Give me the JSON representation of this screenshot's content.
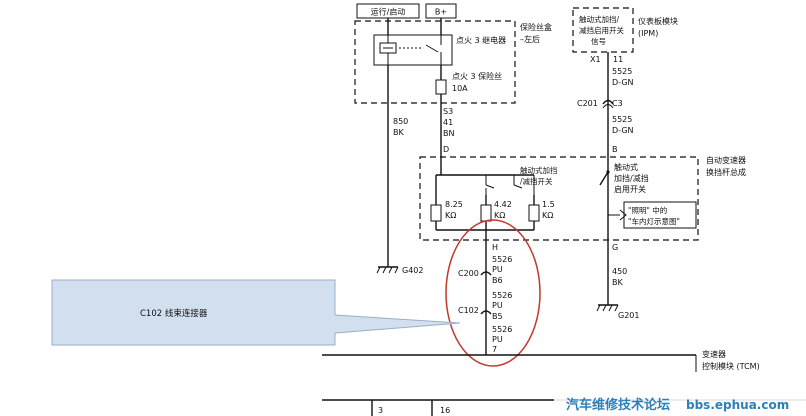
{
  "top_boxes": {
    "run_start": "运行/启动",
    "battery": "B+"
  },
  "fuse_box": {
    "label_1": "保险丝盒",
    "label_2": "–左后"
  },
  "relay": {
    "label": "点火 3 继电器"
  },
  "fuse": {
    "label": "点火 3 保险丝",
    "rating": "10A"
  },
  "left_wire": {
    "number": "850",
    "color": "BK"
  },
  "center_wire": {
    "s": "S3",
    "num": "41",
    "color": "BN",
    "pin": "D"
  },
  "ipm": {
    "text_1": "触动式加挡/",
    "text_2": "减挡启用开关",
    "text_3": "信号",
    "label_1": "仪表板模块",
    "label_2": "(IPM)",
    "pin_x1": "X1",
    "pin_11": "11"
  },
  "right_wire": {
    "num_top": "5525",
    "color_top": "D-GN",
    "connector_c201": "C201",
    "pin_c3": "C3",
    "num_mid": "5525",
    "color_mid": "D-GN",
    "pin_b": "B",
    "pin_g": "G",
    "num_bottom": "450",
    "color_bottom": "BK"
  },
  "shifter": {
    "label_1": "自动变速器",
    "label_2": "换挡杆总成"
  },
  "tap_switch": {
    "label_1": "触动式加挡",
    "label_2": "/减挡开关"
  },
  "enable_switch": {
    "label_1": "触动式",
    "label_2": "加挡/减挡",
    "label_3": "启用开关"
  },
  "resistors": {
    "r1_value": "8.25",
    "r1_unit": "KΩ",
    "r2_value": "4.42",
    "r2_unit": "KΩ",
    "r3_value": "1.5",
    "r3_unit": "KΩ"
  },
  "lamp_ref": {
    "line_1": "\"照明\" 中的",
    "line_2": "\"车内灯示意图\""
  },
  "grounds": {
    "left": "G402",
    "right": "G201"
  },
  "harness": {
    "pin_h": "H",
    "wire_1": "5526",
    "color_1": "PU",
    "c200": "C200",
    "b6": "B6",
    "wire_2": "5526",
    "color_2": "PU",
    "c102": "C102",
    "b5": "B5",
    "wire_3": "5526",
    "color_3": "PU",
    "pin_7": "7"
  },
  "callout": {
    "text": "C102 线束连接器"
  },
  "tcm": {
    "label_1": "变速器",
    "label_2": "控制模块 (TCM)"
  },
  "bottom_pins": {
    "p3": "3",
    "p16": "16"
  },
  "watermark": {
    "cn": "汽车维修技术论坛",
    "url": "bbs.ephua.com"
  }
}
